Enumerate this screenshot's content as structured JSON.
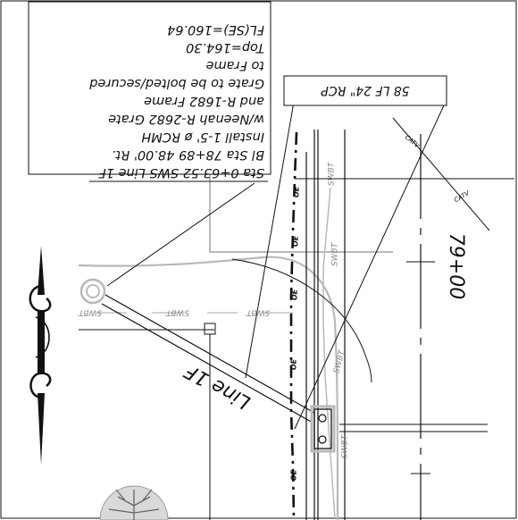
{
  "callout_main": {
    "lines": [
      "Sta 0+63.52 SWS Line 1F",
      "Bl Sta 78+89 48.00' Rt.",
      "Install 1-5' ø RCMH",
      "w/Neenah R-2682 Grate",
      "and R-1682 Frame",
      "Grate to be bolted/secured",
      "to Frame",
      "Top=164.30",
      "FL(SE)=160.64"
    ]
  },
  "callout_pipe": {
    "text": "58 LF 24\" RCP"
  },
  "station_label": {
    "text": "79+00"
  },
  "line_label": {
    "text": "Line 1F"
  },
  "utility_labels": {
    "swbt": "SWBT",
    "oe": "OE",
    "catv": "CATV"
  }
}
